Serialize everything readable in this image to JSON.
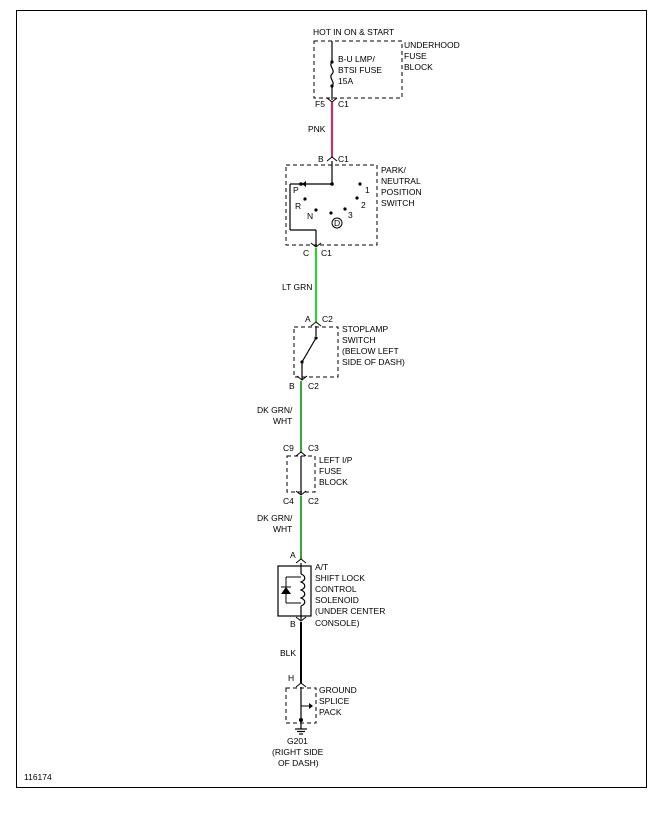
{
  "diagram": {
    "power_source": "HOT IN ON & START",
    "underhood_fuse_block": {
      "label": [
        "UNDERHOOD",
        "FUSE",
        "BLOCK"
      ],
      "fuse_label": [
        "B-U LMP/",
        "BTSI FUSE",
        "15A"
      ],
      "pin_left": "F5",
      "pin_right": "C1"
    },
    "wire1": {
      "color_label": "PNK",
      "color": "#c0306a"
    },
    "park_neutral_switch": {
      "label": [
        "PARK/",
        "NEUTRAL",
        "POSITION",
        "SWITCH"
      ],
      "top_pin_left": "B",
      "top_pin_right": "C1",
      "positions": [
        "P",
        "R",
        "N",
        "D",
        "3",
        "2",
        "1"
      ],
      "bottom_pin_left": "C",
      "bottom_pin_right": "C1"
    },
    "wire2": {
      "color_label": "LT GRN",
      "color": "#33cc33"
    },
    "stoplamp_switch": {
      "label": [
        "STOPLAMP",
        "SWITCH",
        "(BELOW LEFT",
        "SIDE OF DASH)"
      ],
      "top_pin_left": "A",
      "top_pin_right": "C2",
      "bottom_pin_left": "B",
      "bottom_pin_right": "C2"
    },
    "wire3": {
      "color_label": [
        "DK GRN/",
        "WHT"
      ],
      "color": "#33aa33"
    },
    "left_ip_fuse_block": {
      "label": [
        "LEFT I/P",
        "FUSE",
        "BLOCK"
      ],
      "top_pin_left": "C9",
      "top_pin_right": "C3",
      "bottom_pin_left": "C4",
      "bottom_pin_right": "C2"
    },
    "wire4": {
      "color_label": [
        "DK GRN/",
        "WHT"
      ],
      "color": "#33aa33"
    },
    "shift_lock_solenoid": {
      "label": [
        "A/T",
        "SHIFT LOCK",
        "CONTROL",
        "SOLENOID",
        "(UNDER CENTER",
        "CONSOLE)"
      ],
      "top_pin": "A",
      "bottom_pin": "B"
    },
    "wire5": {
      "color_label": "BLK",
      "color": "#000000"
    },
    "ground_splice_pack": {
      "label": [
        "GROUND",
        "SPLICE",
        "PACK"
      ],
      "top_pin": "H"
    },
    "ground": {
      "id": "G201",
      "location": [
        "(RIGHT SIDE",
        "OF DASH)"
      ]
    },
    "figure_number": "116174"
  }
}
